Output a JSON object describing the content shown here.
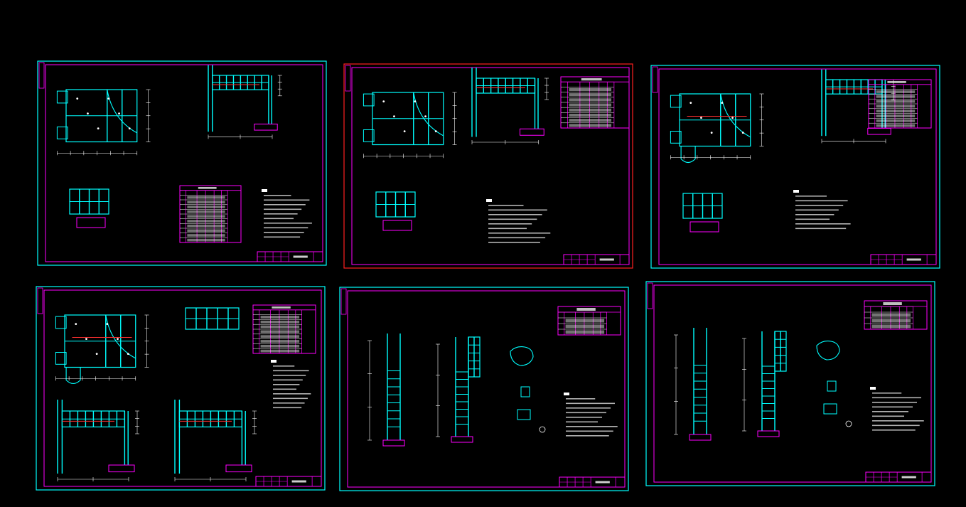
{
  "application": {
    "view": "CAD model space",
    "background_color": "#000000"
  },
  "palette": {
    "outer_frame": "#00ffff",
    "outer_frame_selected": "#ff2020",
    "inner_frame": "#ff00ff",
    "drawing_lines": "#00ffff",
    "dimension_lines": "#ffffff",
    "hatch_section": "#ff00ff",
    "accent_red": "#ff3030"
  },
  "sheets": [
    {
      "id": "sheet-1",
      "selected": false,
      "kind": "corbel-plan-and-section",
      "has_table": true,
      "has_notes": true
    },
    {
      "id": "sheet-2",
      "selected": true,
      "kind": "corbel-plan-and-section",
      "has_table": true,
      "has_notes": true
    },
    {
      "id": "sheet-3",
      "selected": false,
      "kind": "corbel-plan-and-section",
      "has_table": true,
      "has_notes": true
    },
    {
      "id": "sheet-4",
      "selected": false,
      "kind": "corbel-plan-and-section",
      "has_table": true,
      "has_notes": true
    },
    {
      "id": "sheet-5",
      "selected": false,
      "kind": "column-elevation",
      "has_table": true,
      "has_notes": true
    },
    {
      "id": "sheet-6",
      "selected": false,
      "kind": "column-elevation",
      "has_table": true,
      "has_notes": true
    }
  ]
}
